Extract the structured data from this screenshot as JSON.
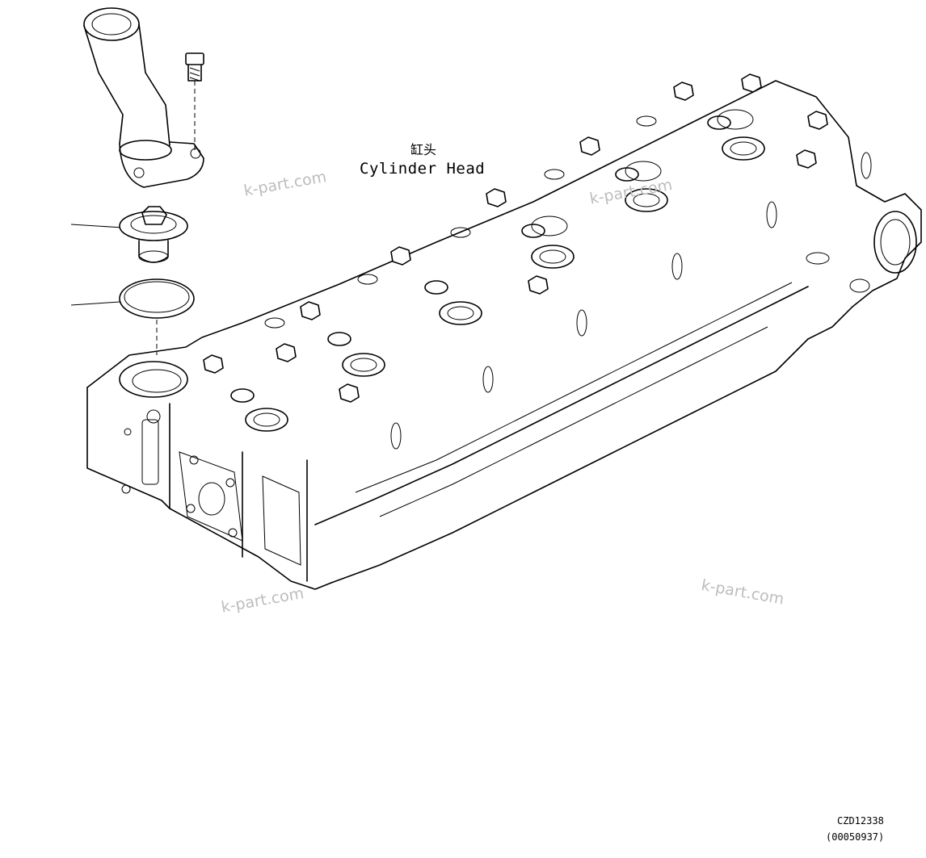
{
  "labels": {
    "chinese": "缸头",
    "english": "Cylinder Head"
  },
  "watermarks": [
    "k-part.com",
    "k-part.com",
    "k-part.com",
    "k-part.com"
  ],
  "figure_code": "CZD12338",
  "figure_ref": "(00050937)",
  "colors": {
    "ink": "#000000",
    "watermark": "#bdbdbd",
    "background": "#ffffff"
  }
}
